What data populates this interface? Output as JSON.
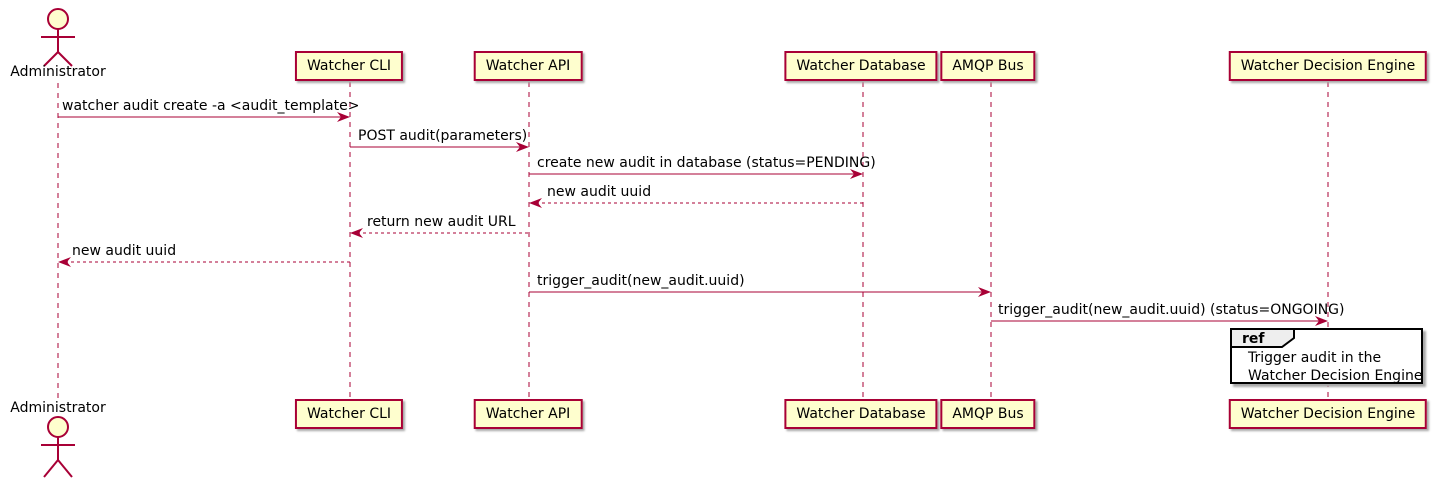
{
  "diagram": {
    "type": "sequence-diagram",
    "colors": {
      "accent": "#A80036",
      "participant_fill": "#FEFECE",
      "ref_tab_fill": "#EEEEEE",
      "ref_border": "#000000",
      "text": "#000000"
    },
    "actor": {
      "name": "Administrator"
    },
    "participants": [
      {
        "name": "Watcher CLI"
      },
      {
        "name": "Watcher API"
      },
      {
        "name": "Watcher Database"
      },
      {
        "name": "AMQP Bus"
      },
      {
        "name": "Watcher Decision Engine"
      }
    ],
    "messages": [
      {
        "label": "watcher audit create -a <audit_template>",
        "from": "Administrator",
        "to": "Watcher CLI",
        "style": "solid"
      },
      {
        "label": "POST audit(parameters)",
        "from": "Watcher CLI",
        "to": "Watcher API",
        "style": "solid"
      },
      {
        "label": "create new audit in database (status=PENDING)",
        "from": "Watcher API",
        "to": "Watcher Database",
        "style": "solid"
      },
      {
        "label": "new audit uuid",
        "from": "Watcher Database",
        "to": "Watcher API",
        "style": "dashed"
      },
      {
        "label": "return new audit URL",
        "from": "Watcher API",
        "to": "Watcher CLI",
        "style": "dashed"
      },
      {
        "label": "new audit uuid",
        "from": "Watcher CLI",
        "to": "Administrator",
        "style": "dashed"
      },
      {
        "label": "trigger_audit(new_audit.uuid)",
        "from": "Watcher API",
        "to": "AMQP Bus",
        "style": "solid"
      },
      {
        "label": "trigger_audit(new_audit.uuid) (status=ONGOING)",
        "from": "AMQP Bus",
        "to": "Watcher Decision Engine",
        "style": "solid"
      }
    ],
    "ref": {
      "tag": "ref",
      "lines": [
        "Trigger audit in the",
        "Watcher Decision Engine"
      ]
    }
  }
}
